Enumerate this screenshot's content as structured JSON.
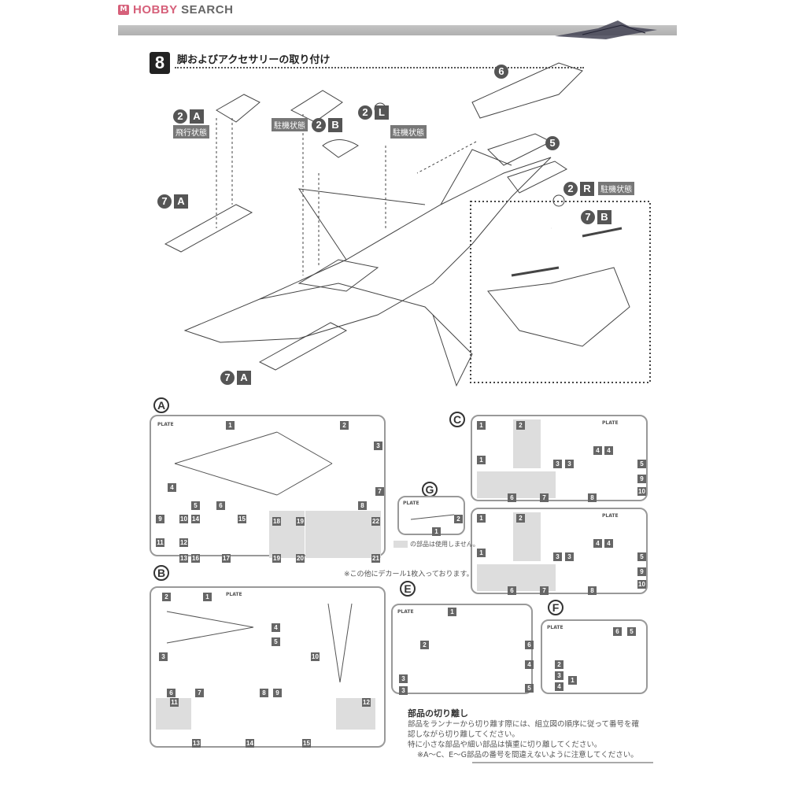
{
  "header": {
    "logo_icon": "M",
    "logo_hobby": "HOBBY",
    "logo_search": "SEARCH",
    "accent": "#d6607a"
  },
  "step": {
    "number": "8",
    "title": "脚およびアクセサリーの取り付け"
  },
  "callouts": {
    "c2a": {
      "num": "2",
      "letter": "A",
      "state": "飛行状態"
    },
    "c2b": {
      "num": "2",
      "letter": "B",
      "state": "駐機状態"
    },
    "c2l": {
      "num": "2",
      "letter": "L",
      "state": "駐機状態"
    },
    "c6": {
      "num": "6"
    },
    "c5": {
      "num": "5"
    },
    "c2r": {
      "num": "2",
      "letter": "R",
      "state": "駐機状態"
    },
    "c7a1": {
      "num": "7",
      "letter": "A"
    },
    "c7a2": {
      "num": "7",
      "letter": "A"
    },
    "c7b": {
      "num": "7",
      "letter": "B"
    }
  },
  "runners": {
    "A": {
      "letter": "A",
      "plate": "PLATE",
      "parts": [
        "1",
        "2",
        "3",
        "4",
        "5",
        "6",
        "7",
        "8",
        "9",
        "10",
        "11",
        "12",
        "13",
        "14",
        "15",
        "16",
        "17",
        "18",
        "19",
        "19",
        "20",
        "22",
        "21"
      ]
    },
    "G": {
      "letter": "G",
      "plate": "PLATE",
      "parts": [
        "1",
        "2"
      ]
    },
    "C1": {
      "letter": "C",
      "plate": "PLATE",
      "parts": [
        "1",
        "1",
        "2",
        "3",
        "3",
        "4",
        "4",
        "5",
        "6",
        "7",
        "8",
        "9",
        "10"
      ]
    },
    "C2": {
      "plate": "PLATE",
      "parts": [
        "1",
        "1",
        "2",
        "3",
        "3",
        "4",
        "4",
        "5",
        "6",
        "7",
        "8",
        "9",
        "10"
      ]
    },
    "B": {
      "letter": "B",
      "plate": "PLATE",
      "parts": [
        "2",
        "1",
        "3",
        "4",
        "5",
        "6",
        "7",
        "8",
        "9",
        "10",
        "11",
        "12",
        "13",
        "14",
        "15"
      ]
    },
    "E": {
      "letter": "E",
      "plate": "PLATE",
      "parts": [
        "1",
        "2",
        "3",
        "3",
        "4",
        "5",
        "6"
      ]
    },
    "F": {
      "letter": "F",
      "plate": "PLATE",
      "parts": [
        "1",
        "2",
        "3",
        "4",
        "5",
        "6"
      ]
    }
  },
  "legend": {
    "unused": "の部品は使用しません。",
    "decal": "※この他にデカール1枚入っております。"
  },
  "notes": {
    "title": "部品の切り離し",
    "line1": "部品をランナーから切り離す際には、組立図の順序に従って番号を確認しながら切り離してください。",
    "line2": "特に小さな部品や細い部品は慎重に切り離してください。",
    "line3": "※A～C、E～G部品の番号を間違えないように注意してください。"
  }
}
